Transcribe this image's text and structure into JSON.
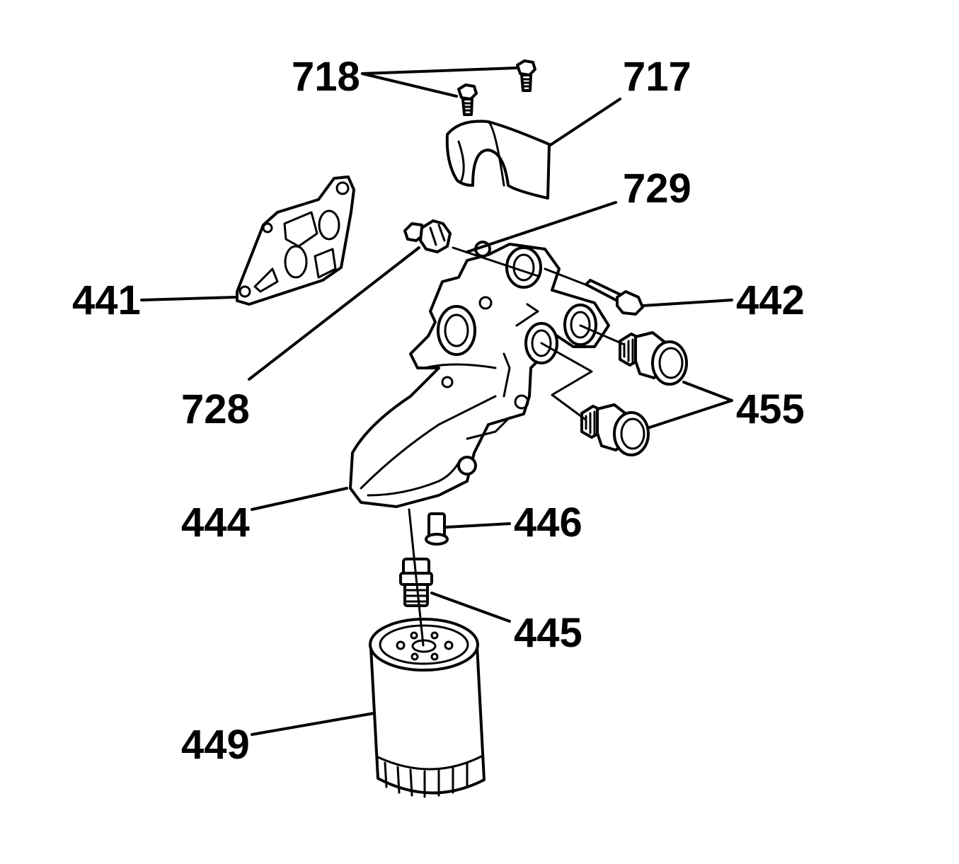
{
  "diagram": {
    "callouts": {
      "c718": "718",
      "c717": "717",
      "c729": "729",
      "c441": "441",
      "c442": "442",
      "c728": "728",
      "c455": "455",
      "c444": "444",
      "c446": "446",
      "c445": "445",
      "c449": "449"
    }
  }
}
